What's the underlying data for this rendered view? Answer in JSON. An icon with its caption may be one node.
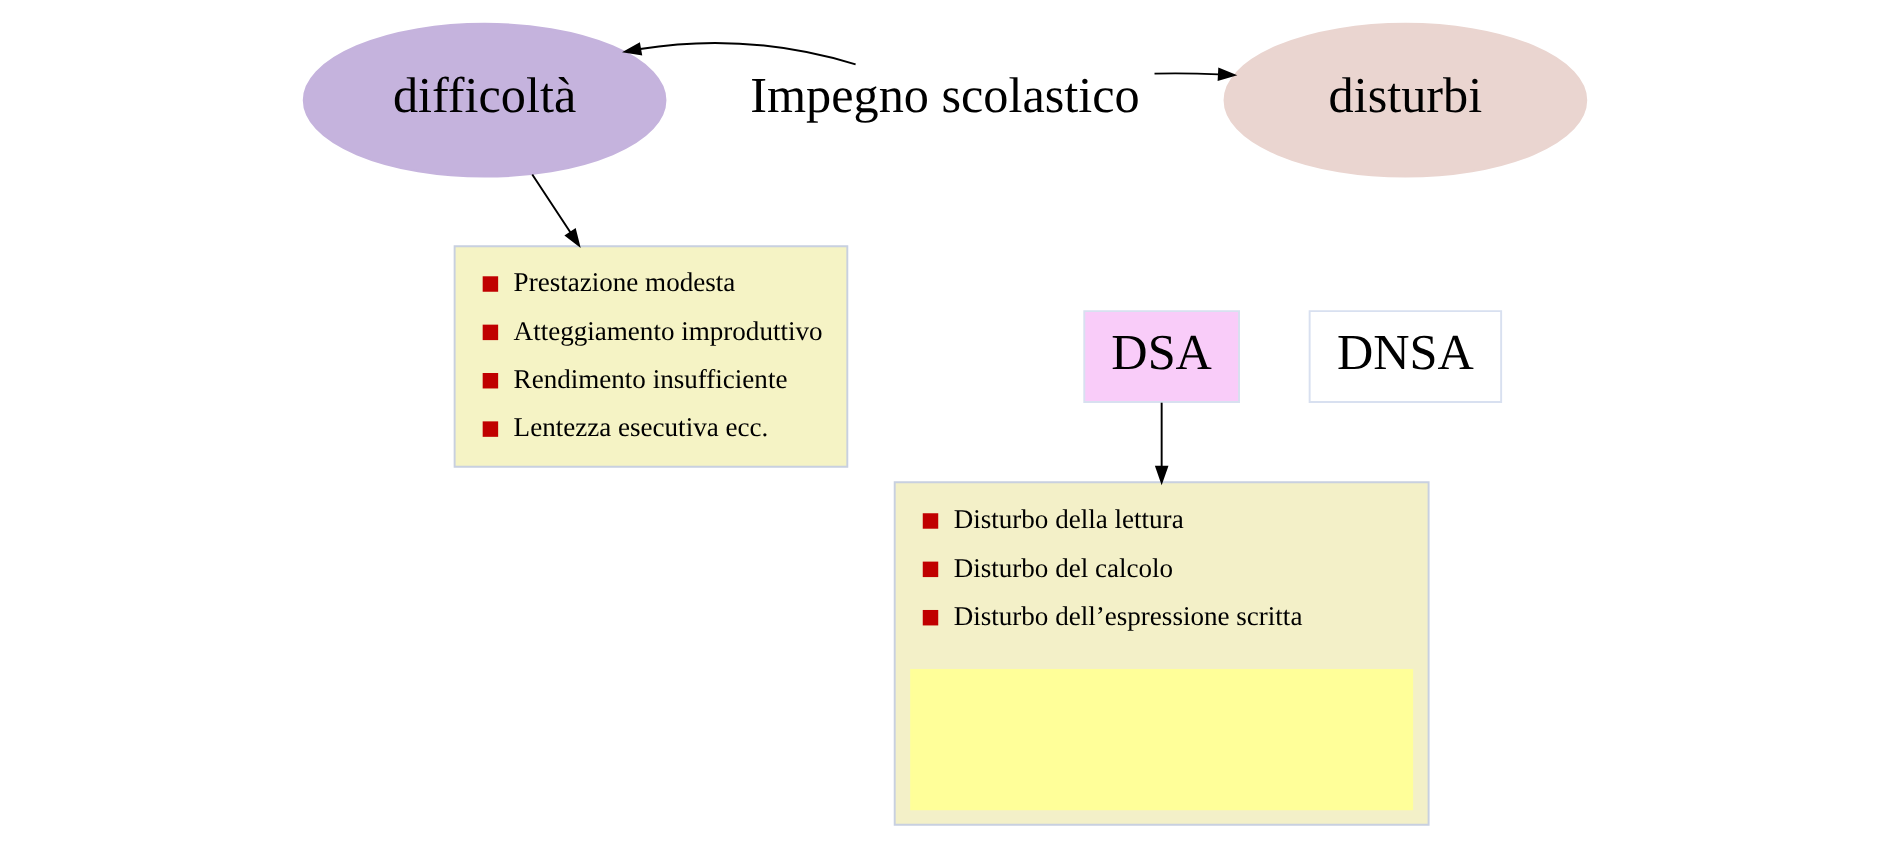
{
  "diagram": {
    "nodes": [
      {
        "text": [
          "difficoltà"
        ]
      },
      {
        "text": [
          "Impegno scolastico"
        ]
      },
      {
        "text": [
          "disturbi"
        ]
      },
      {
        "text": [
          "DSA"
        ]
      },
      {
        "text": [
          "DNSA"
        ]
      },
      {
        "text": [
          "Prestazione modesta",
          "Atteggiamento improduttivo",
          "Rendimento insufficiente",
          "Lentezza esecutiva ecc."
        ]
      },
      {
        "text": [
          "Disturbo della lettura",
          "Disturbo del calcolo",
          "Disturbo dell’espressione scritta"
        ]
      },
      {
        "text": [],
        "shape": "box",
        "in": 6
      }
    ],
    "edges": [
      {
        "from": 1,
        "to": 0,
        "arrow": "to"
      },
      {
        "from": 1,
        "to": 2,
        "arrow": "to"
      },
      {
        "from": 0,
        "to": 5,
        "arrow": "to"
      },
      {
        "from": 3,
        "to": 6,
        "arrow": "to"
      }
    ]
  }
}
